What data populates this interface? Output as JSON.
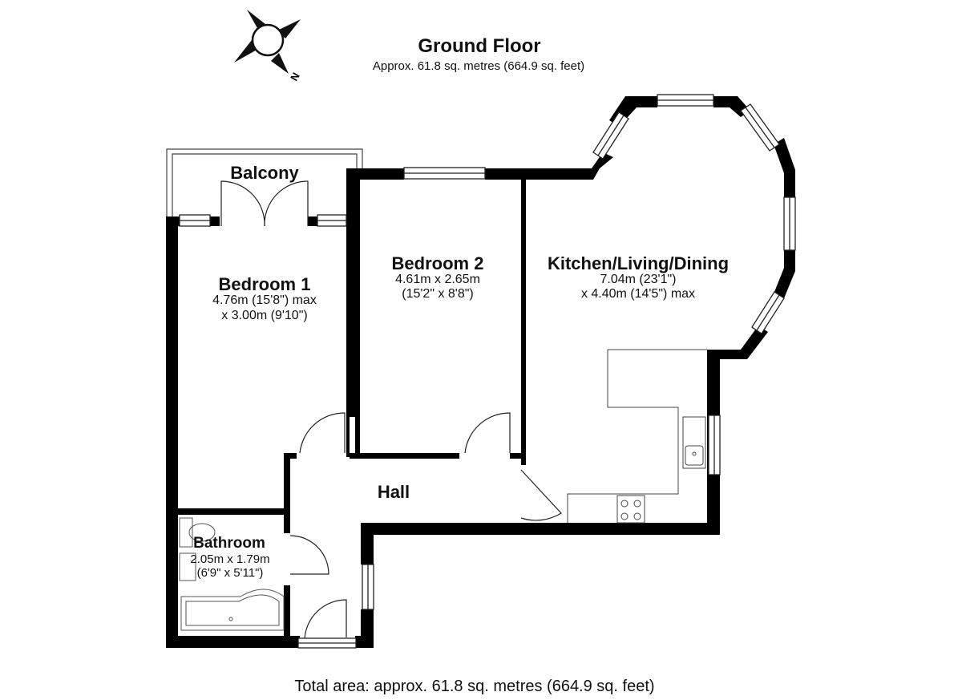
{
  "header": {
    "title": "Ground Floor",
    "subtitle": "Approx. 61.8 sq. metres (664.9 sq. feet)"
  },
  "compass": {
    "label": "N"
  },
  "rooms": {
    "balcony": {
      "name": "Balcony"
    },
    "bedroom1": {
      "name": "Bedroom 1",
      "dim1": "4.76m (15'8\") max",
      "dim2": "x 3.00m (9'10\")"
    },
    "bedroom2": {
      "name": "Bedroom 2",
      "dim1": "4.61m x 2.65m",
      "dim2": "(15'2\" x 8'8\")"
    },
    "kitchen": {
      "name": "Kitchen/Living/Dining",
      "dim1": "7.04m (23'1\")",
      "dim2": "x 4.40m (14'5\") max"
    },
    "hall": {
      "name": "Hall"
    },
    "bathroom": {
      "name": "Bathroom",
      "dim1": "2.05m x 1.79m",
      "dim2": "(6'9\" x 5'11\")"
    }
  },
  "footer": {
    "total": "Total area: approx. 61.8 sq. metres (664.9 sq. feet)"
  },
  "colors": {
    "wall": "#000000",
    "fixture": "#555555"
  }
}
